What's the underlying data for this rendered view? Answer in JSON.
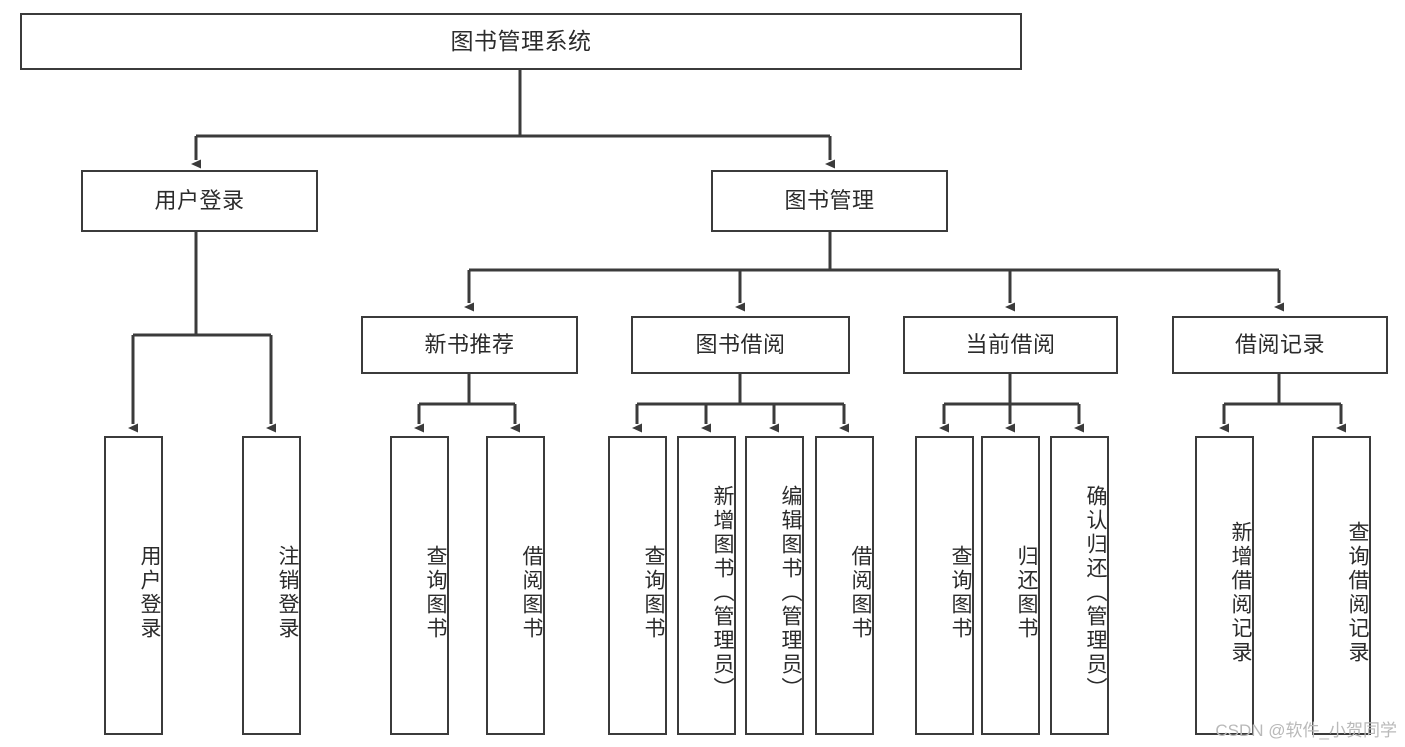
{
  "diagram": {
    "title": "图书管理系统",
    "type": "hierarchy-tree",
    "colors": {
      "stroke": "#3b3b3b",
      "fill": "#ffffff",
      "text": "#2b2b2b",
      "watermark": "#b9b9b9"
    },
    "root": {
      "label": "图书管理系统"
    },
    "level2": [
      {
        "label": "用户登录"
      },
      {
        "label": "图书管理"
      }
    ],
    "level3": [
      {
        "label": "新书推荐"
      },
      {
        "label": "图书借阅"
      },
      {
        "label": "当前借阅"
      },
      {
        "label": "借阅记录"
      }
    ],
    "leaves": {
      "user_login": [
        {
          "label": "用户登录"
        },
        {
          "label": "注销登录"
        }
      ],
      "new_book": [
        {
          "label": "查询图书"
        },
        {
          "label": "借阅图书"
        }
      ],
      "book_borrow": [
        {
          "label": "查询图书"
        },
        {
          "label": "新增图书（管理员）"
        },
        {
          "label": "编辑图书（管理员）"
        },
        {
          "label": "借阅图书"
        }
      ],
      "current_borrow": [
        {
          "label": "查询图书"
        },
        {
          "label": "归还图书"
        },
        {
          "label": "确认归还（管理员）"
        }
      ],
      "borrow_record": [
        {
          "label": "新增借阅记录"
        },
        {
          "label": "查询借阅记录"
        }
      ]
    }
  },
  "watermark": {
    "text": "CSDN @软件_小贺同学"
  }
}
